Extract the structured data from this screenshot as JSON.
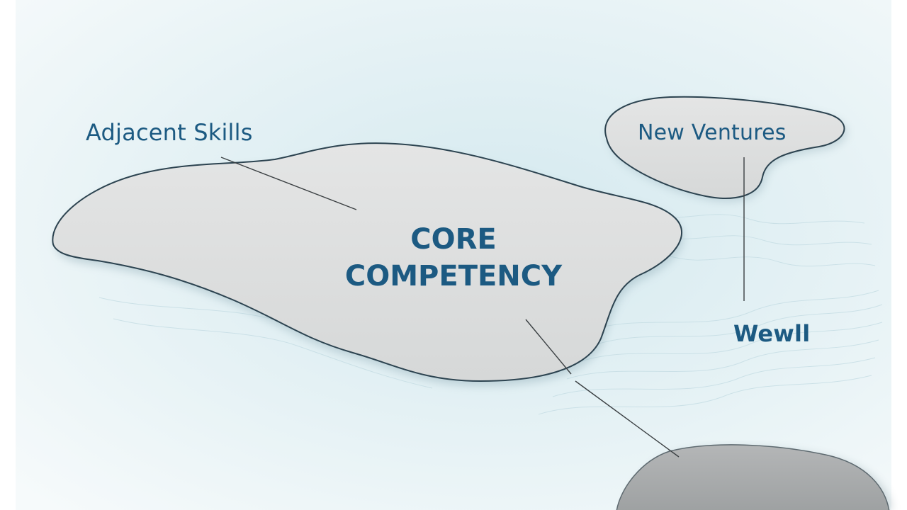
{
  "labels": {
    "adjacent_skills": "Adjacent Skills",
    "new_ventures": "New Ventures",
    "core_line1": "CORE",
    "core_line2": "COMPETENCY",
    "wewll": "Wewll"
  },
  "colors": {
    "text": "#1c5a82",
    "background": "#eef6f8",
    "island_fill": "#dcdede",
    "island_edge": "#2c4350",
    "bottom_island": "#a9acad",
    "connector": "#3a3f42"
  }
}
